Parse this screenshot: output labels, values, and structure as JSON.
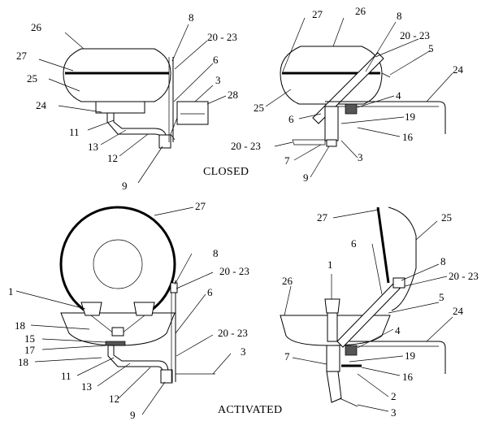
{
  "states": {
    "closed": "CLOSED",
    "activated": "ACTIVATED"
  },
  "view_closed_side": {
    "labels": [
      "26",
      "27",
      "25",
      "24",
      "11",
      "13",
      "12",
      "9",
      "8",
      "20 - 23",
      "6",
      "3",
      "28"
    ]
  },
  "view_closed_front": {
    "labels": [
      "27",
      "26",
      "8",
      "20 - 23",
      "5",
      "24",
      "25",
      "6",
      "4",
      "19",
      "16",
      "20 - 23",
      "7",
      "9",
      "3"
    ]
  },
  "view_activated_side": {
    "labels": [
      "27",
      "8",
      "20 - 23",
      "6",
      "20 - 23",
      "3",
      "1",
      "18",
      "15",
      "17",
      "18",
      "11",
      "13",
      "12",
      "9"
    ]
  },
  "view_activated_front": {
    "labels": [
      "27",
      "25",
      "6",
      "1",
      "8",
      "20 - 23",
      "26",
      "5",
      "24",
      "4",
      "7",
      "19",
      "16",
      "2",
      "3"
    ]
  }
}
